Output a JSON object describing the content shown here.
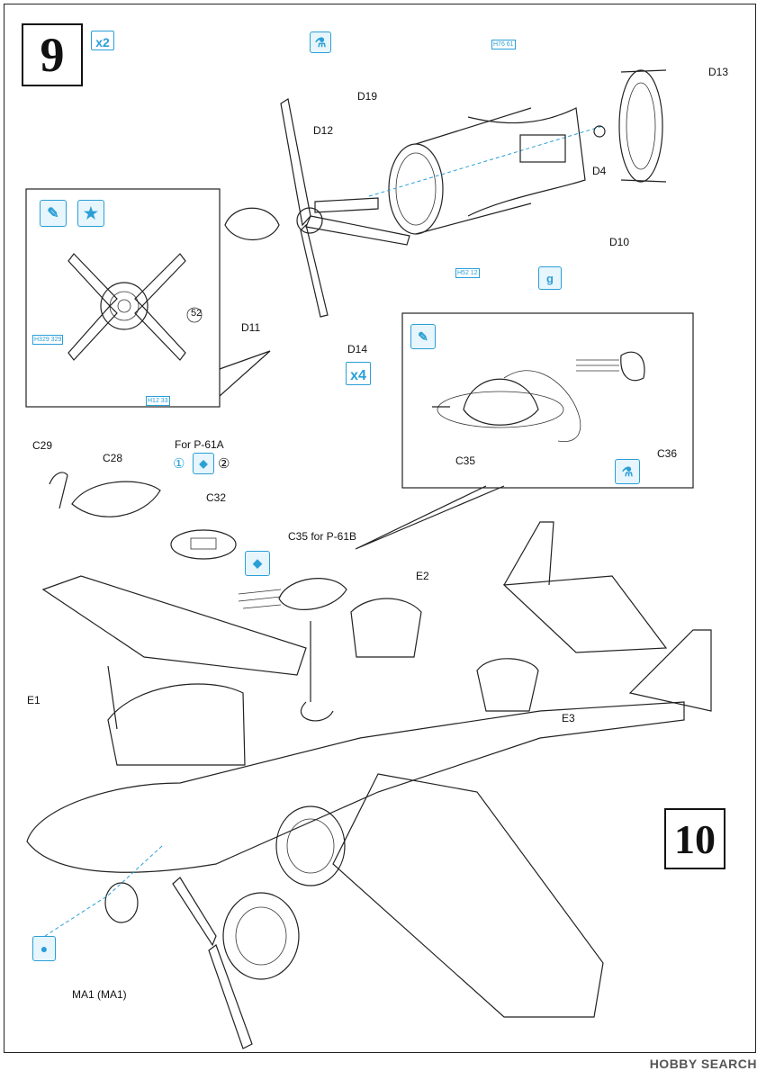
{
  "steps": {
    "step9": "9",
    "step10": "10"
  },
  "quantities": {
    "step9_qty": "x2",
    "prop_qty": "x4"
  },
  "parts": {
    "D13": "D13",
    "D19": "D19",
    "D12": "D12",
    "D4": "D4",
    "D10": "D10",
    "D11": "D11",
    "D14": "D14",
    "C29": "C29",
    "C28": "C28",
    "C32": "C32",
    "C35": "C35",
    "C36": "C36",
    "E1": "E1",
    "E2": "E2",
    "E3": "E3",
    "MA1": "MA1 (MA1)",
    "C35_b": "C35 for P-61B"
  },
  "notes": {
    "for_p61a": "For P-61A",
    "opt1": "①",
    "opt2": "②",
    "decal_52": "52"
  },
  "paint_refs": {
    "h76_61": "H76 61",
    "h52_12": "H52 12",
    "h329": "H329 329",
    "h12_33": "H12 33"
  },
  "icons": {
    "cement": "cement-icon",
    "paint": "paint-icon",
    "star": "star-icon",
    "weight": "weight-icon",
    "glue_drop": "glue-drop-icon",
    "choice": "choice-icon"
  },
  "watermark": "HOBBY SEARCH",
  "colors": {
    "accent": "#2a9fd6",
    "ink": "#222222"
  }
}
